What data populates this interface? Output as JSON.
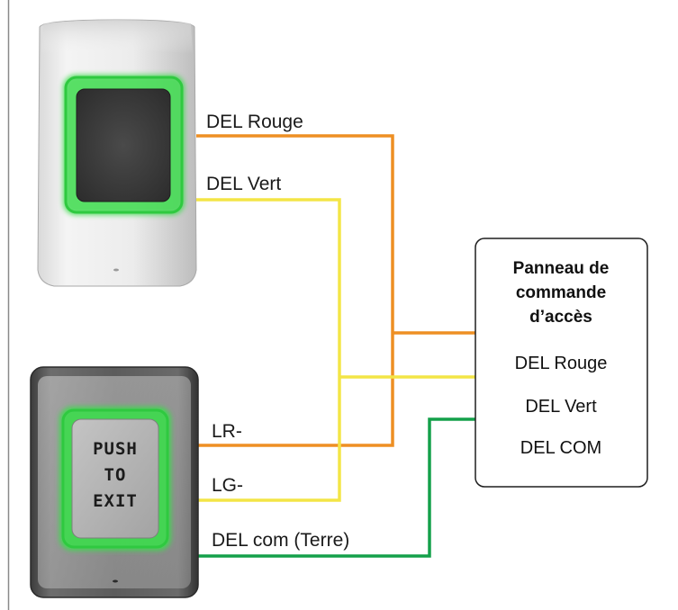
{
  "reader": {
    "labels": [
      "DEL Rouge",
      "DEL Vert"
    ]
  },
  "exit_button": {
    "button_text": [
      "PUSH",
      "TO",
      "EXIT"
    ],
    "labels": [
      "LR-",
      "LG-",
      "DEL com (Terre)"
    ]
  },
  "panel": {
    "title_lines": [
      "Panneau de",
      "commande",
      "d’accès"
    ],
    "terminals": [
      "DEL Rouge",
      "DEL Vert",
      "DEL COM"
    ]
  },
  "colors": {
    "red_led_wire": "#EE8F23",
    "green_led_wire": "#F3E546",
    "common_wire": "#14A04A",
    "led_glow": "#3DDC4E"
  }
}
